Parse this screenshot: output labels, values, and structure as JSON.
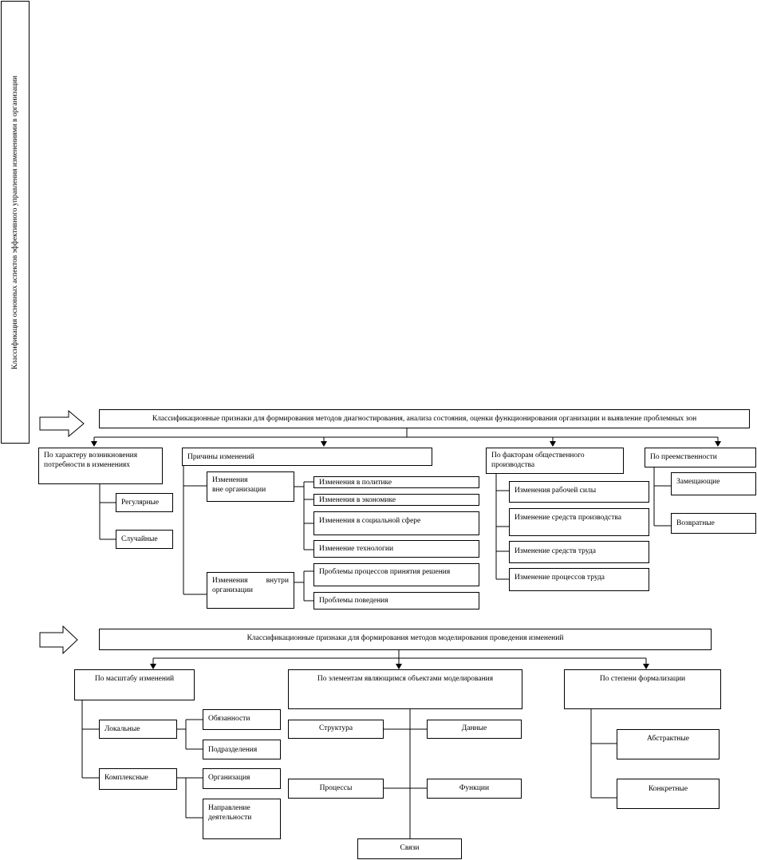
{
  "side_title": "Классификация основных аспектов эффективного управления изменениями в организации",
  "section1": {
    "header": "Классификационные признаки для формирования методов диагностирования, анализа состояния, оценки функционирования организации и выявление проблемных зон",
    "col1": {
      "title": "По характеру возникновения потребности в изменениях",
      "items": [
        "Регулярные",
        "Случайные"
      ]
    },
    "col2": {
      "title": "Причины изменений",
      "outside": {
        "label": "Изменения\nвне организации",
        "items": [
          "Изменения в политике",
          "Изменения в экономике",
          "Изменения в социальной сфере",
          "Изменение технологии"
        ]
      },
      "inside": {
        "label_line1": "Изменения внутри",
        "label_line2": "организации",
        "items": [
          "Проблемы процессов принятия решения",
          "Проблемы поведения"
        ]
      }
    },
    "col3": {
      "title": "По факторам общественного производства",
      "items": [
        "Изменения рабочей силы",
        "Изменение средств производства",
        "Изменение средств труда",
        "Изменение процессов труда"
      ]
    },
    "col4": {
      "title": "По преемственности",
      "items": [
        "Замещающие",
        "Возвратные"
      ]
    }
  },
  "section2": {
    "header": "Классификационные признаки для формирования методов моделирования проведения изменений",
    "col1": {
      "title": "По масштабу изменений",
      "local": {
        "label": "Локальные",
        "items": [
          "Обязанности",
          "Подразделения"
        ]
      },
      "complex": {
        "label": "Комплексные",
        "items": [
          "Организация",
          "Направление деятельности"
        ]
      }
    },
    "col2": {
      "title": "По элементам являющимся объектами моделирования",
      "items": [
        "Структура",
        "Данные",
        "Процессы",
        "Функции",
        "Связи"
      ]
    },
    "col3": {
      "title": "По степени формализации",
      "items": [
        "Абстрактные",
        "Конкретные"
      ]
    }
  }
}
